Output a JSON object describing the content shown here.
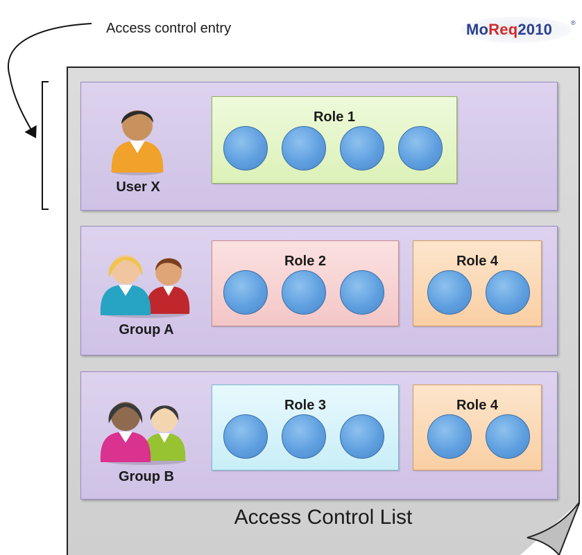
{
  "callout": {
    "text": "Access control entry"
  },
  "logo": {
    "part_a": "Mo",
    "part_b": "Req",
    "part_c": "2010",
    "mark": "®"
  },
  "acl": {
    "title": "Access Control List"
  },
  "entries": [
    {
      "principal": "User X",
      "roles": [
        {
          "label": "Role 1",
          "color": "green"
        }
      ]
    },
    {
      "principal": "Group A",
      "roles": [
        {
          "label": "Role 2",
          "color": "pink"
        },
        {
          "label": "Role 4",
          "color": "orange"
        }
      ]
    },
    {
      "principal": "Group B",
      "roles": [
        {
          "label": "Role 3",
          "color": "cyan"
        },
        {
          "label": "Role 4",
          "color": "orange"
        }
      ]
    }
  ],
  "icons": {
    "user": "user-icon",
    "group": "group-icon",
    "permission": "permission-circle"
  },
  "colors": {
    "entry": "#d6cbea",
    "circle": "#5f9fe0",
    "page": "#d6d6d6"
  }
}
